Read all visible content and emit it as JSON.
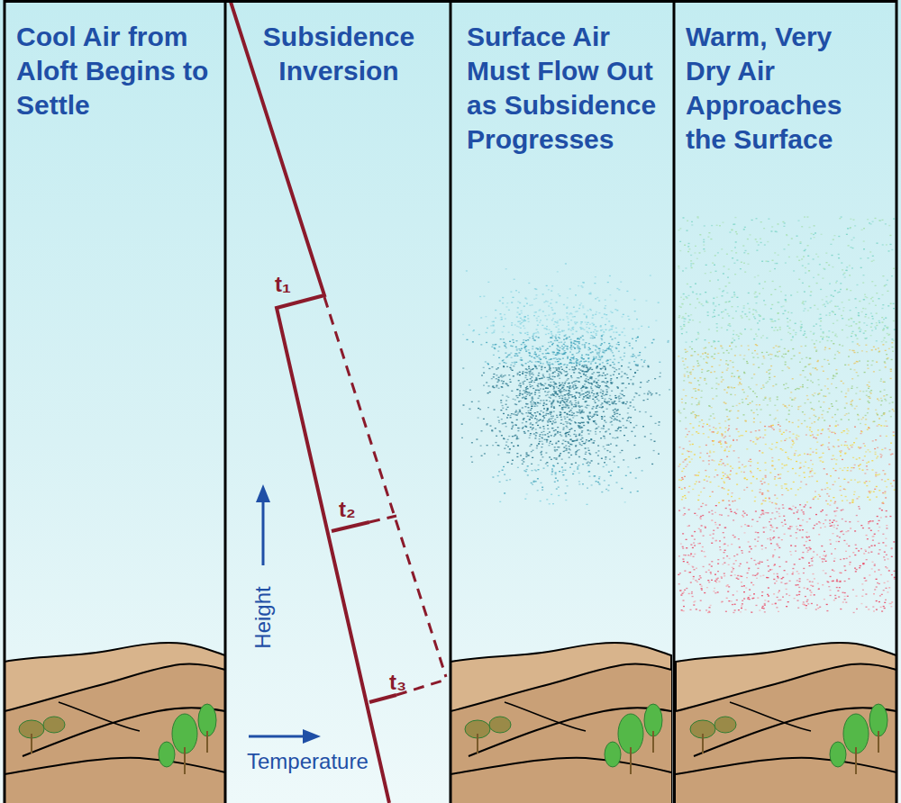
{
  "diagram": {
    "nodes": [
      {
        "text": [
          "Cool Air from Aloft Begins to Settle"
        ]
      },
      {
        "text": [
          "Subsidence Inversion"
        ]
      },
      {
        "text": [
          "Surface Air Must Flow Out as Subsidence Progresses"
        ]
      },
      {
        "text": [
          "Warm, Very Dry Air Approaches the Surface"
        ]
      }
    ],
    "labels": [
      "t₁",
      "t₂",
      "t₃",
      "Height",
      "Temperature"
    ]
  }
}
